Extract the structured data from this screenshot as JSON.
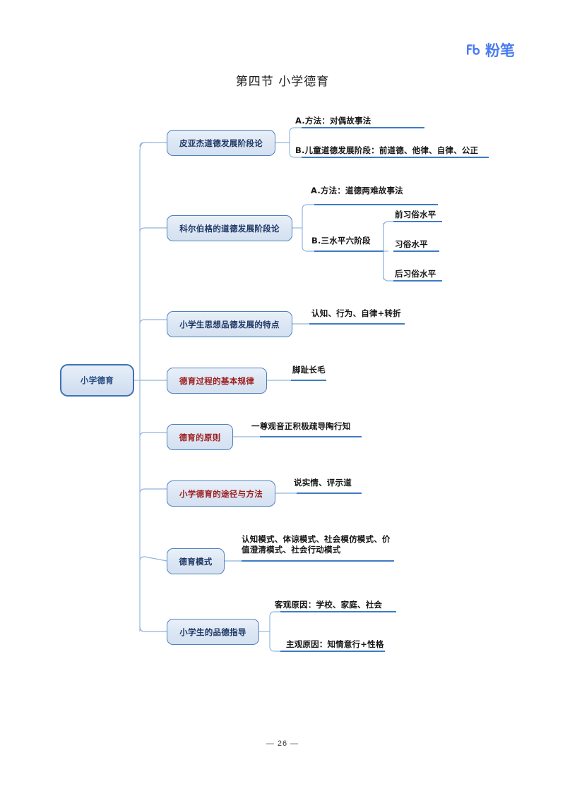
{
  "brand": {
    "name": "粉笔",
    "mark": "Fb",
    "color": "#4a7cf0"
  },
  "page": {
    "title": "第四节    小学德育",
    "page_number": "— 26 —"
  },
  "mindmap": {
    "root": {
      "label": "小学德育"
    },
    "branches": [
      {
        "label": "皮亚杰道德发展阶段论",
        "red": false,
        "children": [
          {
            "label": "A.方法：对偶故事法"
          },
          {
            "label": "B.儿童道德发展阶段：前道德、他律、自律、公正"
          }
        ]
      },
      {
        "label": "科尔伯格的道德发展阶段论",
        "red": false,
        "children": [
          {
            "label": "A.方法：道德两难故事法"
          },
          {
            "label": "B.三水平六阶段",
            "children": [
              {
                "label": "前习俗水平"
              },
              {
                "label": "习俗水平"
              },
              {
                "label": "后习俗水平"
              }
            ]
          }
        ]
      },
      {
        "label": "小学生思想品德发展的特点",
        "red": false,
        "children": [
          {
            "label": "认知、行为、自律+转折"
          }
        ]
      },
      {
        "label": "德育过程的基本规律",
        "red": true,
        "children": [
          {
            "label": "脚趾长毛"
          }
        ]
      },
      {
        "label": "德育的原则",
        "red": true,
        "children": [
          {
            "label": "一尊观音正积极疏导陶行知"
          }
        ]
      },
      {
        "label": "小学德育的途径与方法",
        "red": true,
        "children": [
          {
            "label": "说实情、评示道"
          }
        ]
      },
      {
        "label": "德育模式",
        "red": false,
        "children": [
          {
            "label": "认知模式、体谅模式、社会模仿模式、价值澄清模式、社会行动模式"
          }
        ]
      },
      {
        "label": "小学生的品德指导",
        "red": false,
        "children": [
          {
            "label": "客观原因：学校、家庭、社会"
          },
          {
            "label": "主观原因：知情意行+性格"
          }
        ]
      }
    ]
  },
  "colors": {
    "node_border": "#4f81bd",
    "node_text": "#1f3864",
    "red_text": "#9e2020",
    "wire": "#8fb4de",
    "rule": "#3f7bc4"
  }
}
